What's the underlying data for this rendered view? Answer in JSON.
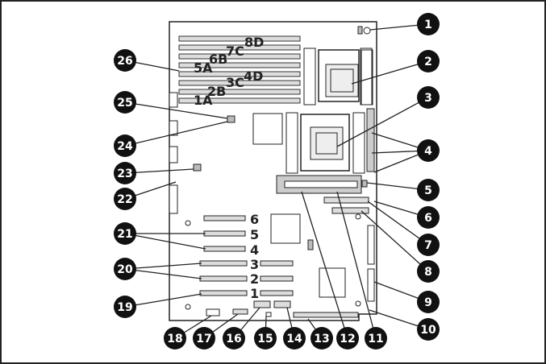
{
  "dimm_labels": [
    "8D",
    "7C",
    "6B",
    "5A",
    "4D",
    "3C",
    "2B",
    "1A"
  ],
  "slot_labels": [
    "6",
    "5",
    "4",
    "3",
    "2",
    "1"
  ],
  "callouts": [
    "1",
    "2",
    "3",
    "4",
    "5",
    "6",
    "7",
    "8",
    "9",
    "10",
    "11",
    "12",
    "13",
    "14",
    "15",
    "16",
    "17",
    "18",
    "19",
    "20",
    "21",
    "22",
    "23",
    "24",
    "25",
    "26"
  ]
}
